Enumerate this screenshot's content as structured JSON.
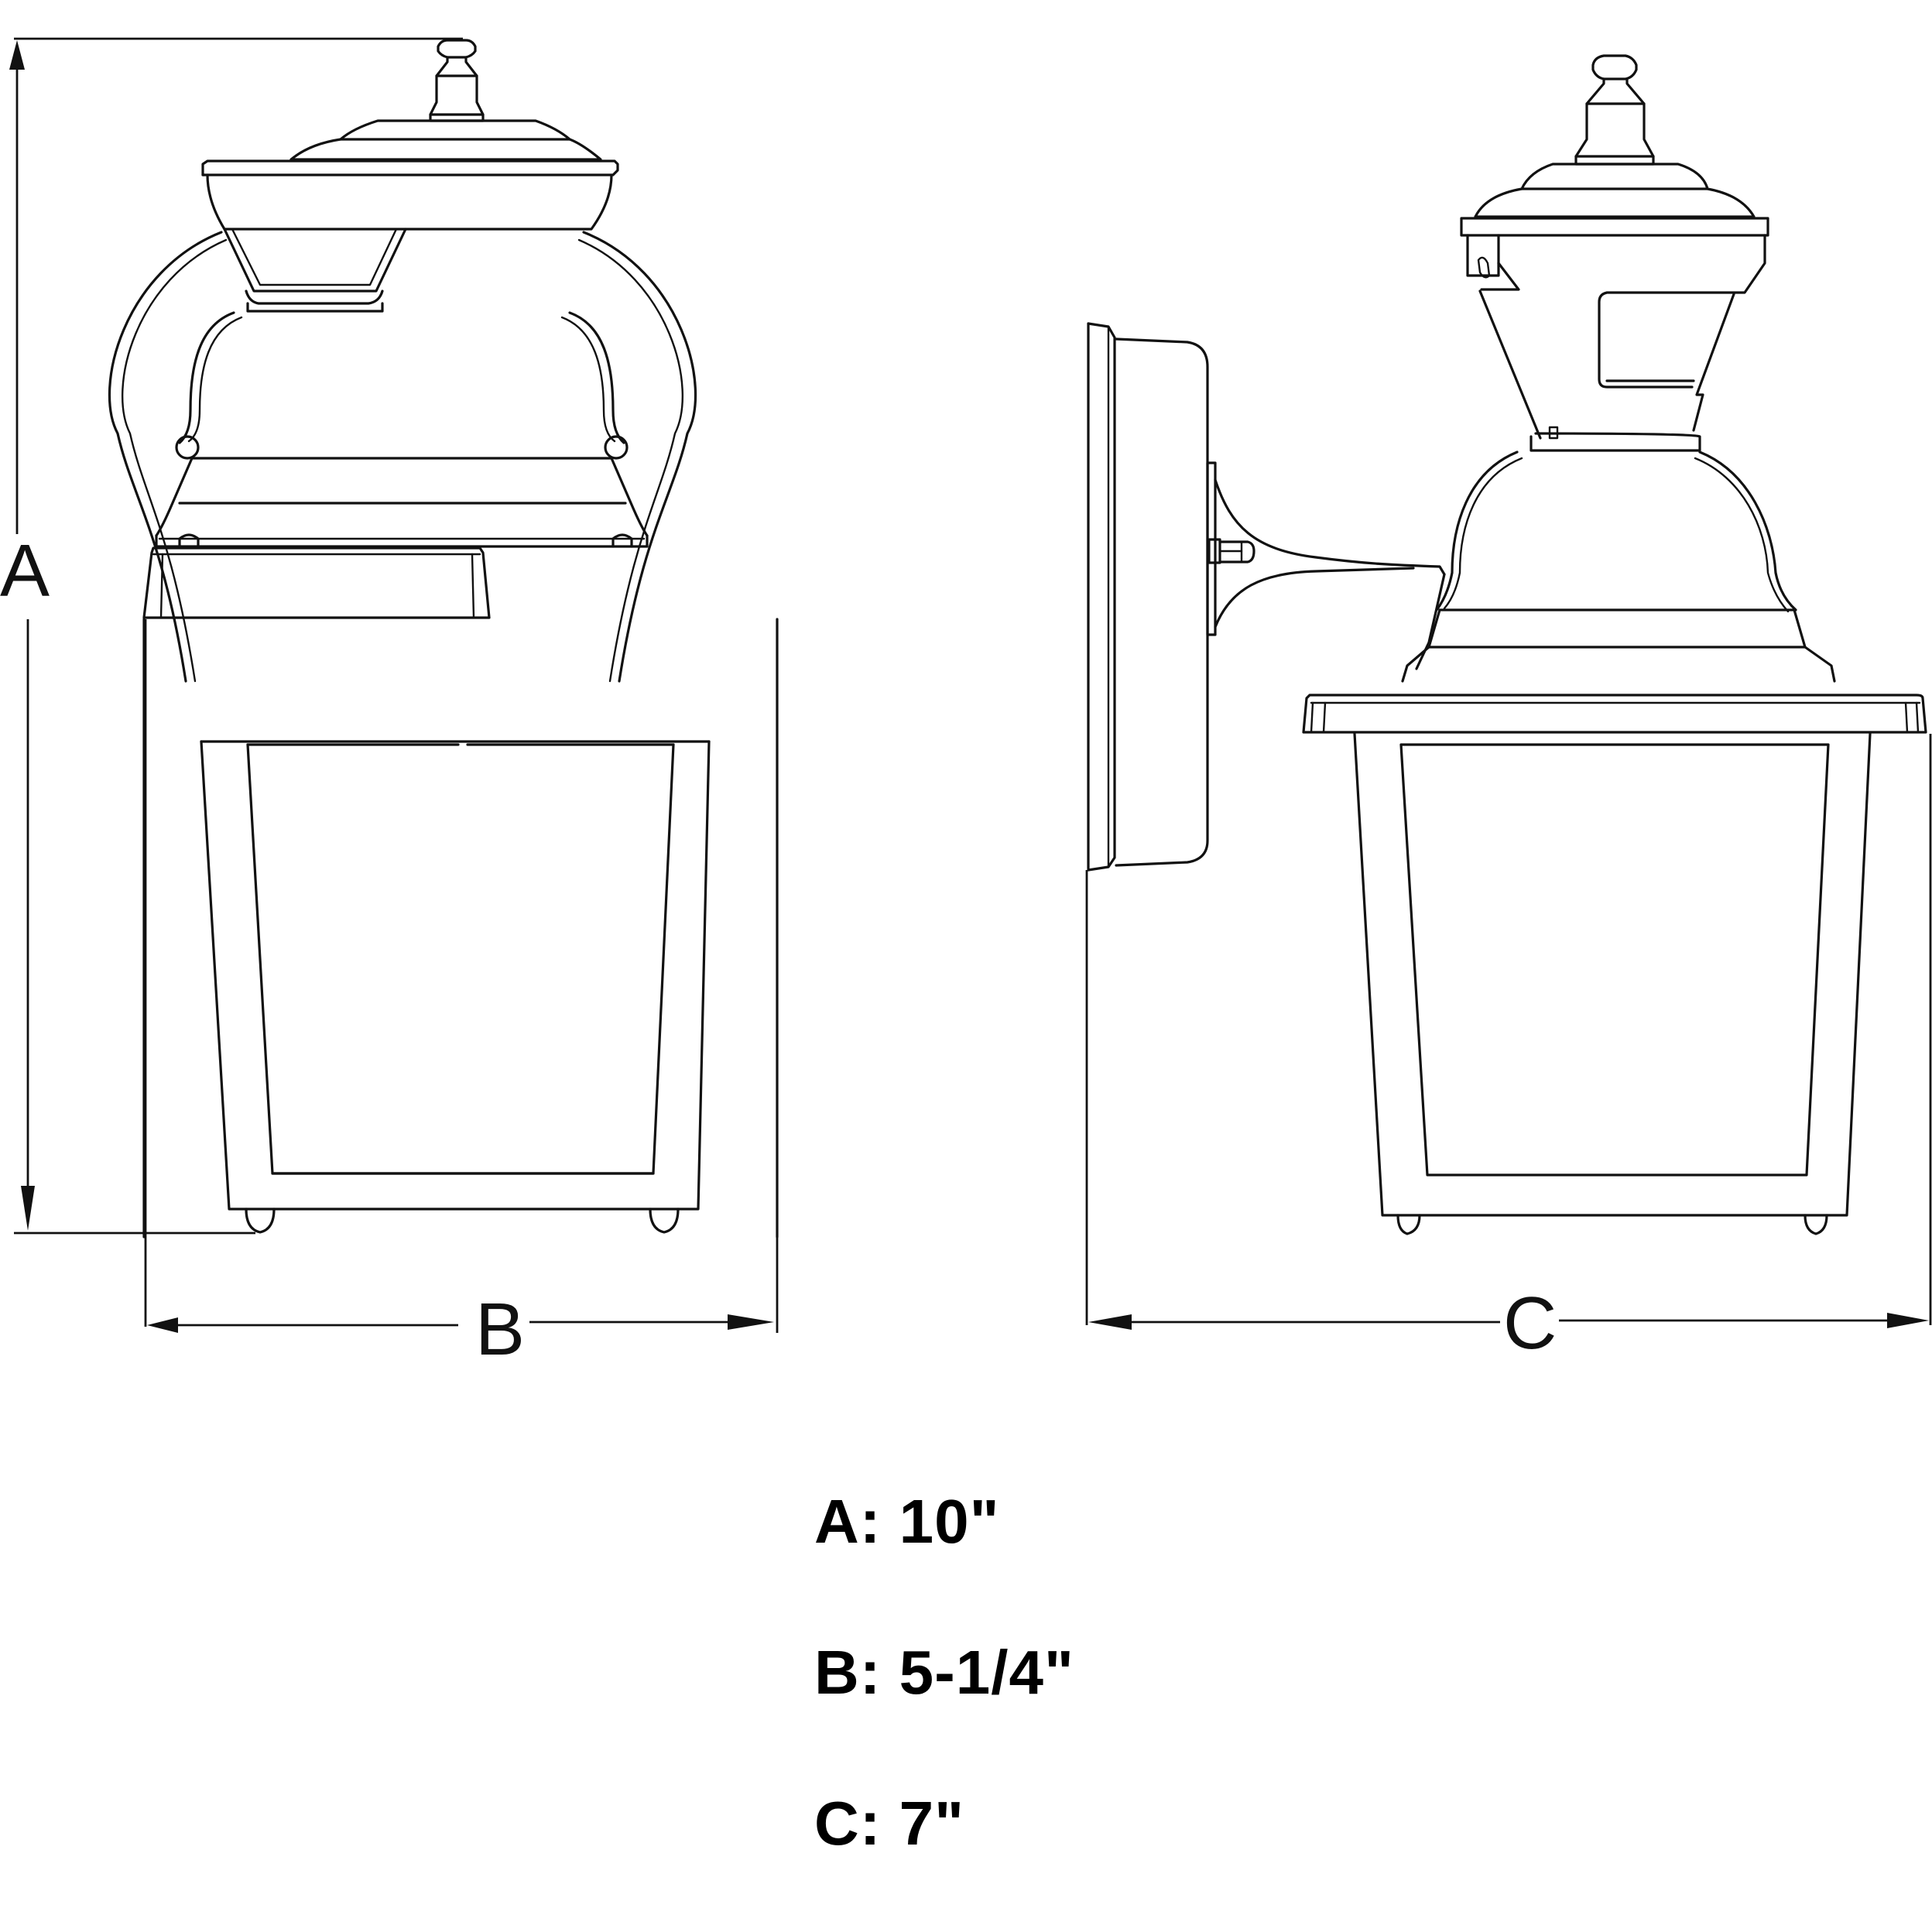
{
  "diagram": {
    "type": "product dimension drawing",
    "subject": "outdoor wall lantern",
    "views": [
      {
        "name": "front-view",
        "dimensions_shown": [
          "A",
          "B"
        ]
      },
      {
        "name": "side-view",
        "dimensions_shown": [
          "C"
        ]
      }
    ],
    "dimension_letters": {
      "a": "A",
      "b": "B",
      "c": "C"
    },
    "line_color": "#111111",
    "background_color": "#ffffff"
  },
  "legend": {
    "items": [
      {
        "key": "A:",
        "value": "10\""
      },
      {
        "key": "B:",
        "value": "5-1/4\""
      },
      {
        "key": "C:",
        "value": "7\""
      }
    ]
  }
}
